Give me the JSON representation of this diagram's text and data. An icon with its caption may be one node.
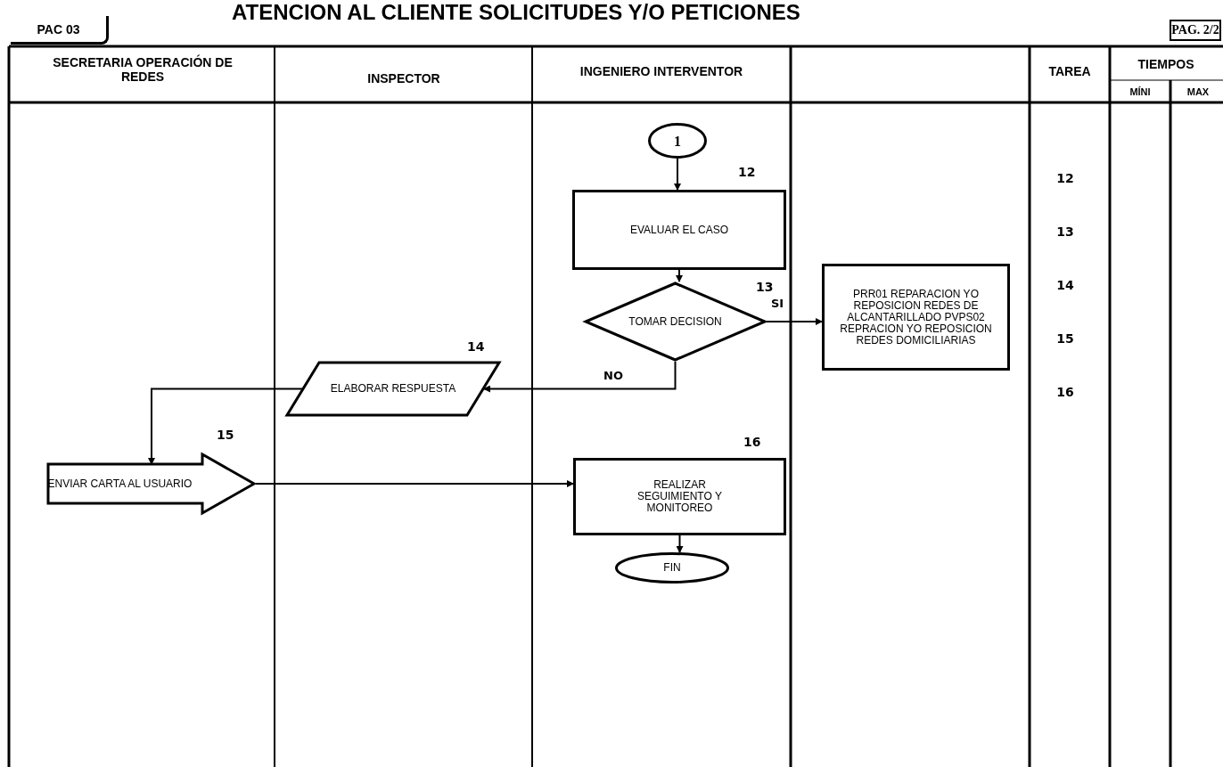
{
  "diagram": {
    "title": "ATENCION AL CLIENTE SOLICITUDES Y/O PETICIONES",
    "nodes": [
      {
        "text": [
          "1"
        ]
      },
      {
        "text": [
          "EVALUAR EL CASO"
        ],
        "beside": [
          "12"
        ]
      },
      {
        "text": [
          "TOMAR DECISION"
        ],
        "beside": [
          "13"
        ]
      },
      {
        "text": [
          "PRR01 REPARACION YO REPOSICION REDES DE ALCANTARILLADO PVPS02 REPRACION YO REPOSICION REDES DOMICILIARIAS"
        ]
      },
      {
        "text": [
          "ELABORAR RESPUESTA"
        ],
        "beside": [
          "14"
        ]
      },
      {
        "text": [
          "ENVIAR CARTA AL USUARIO"
        ],
        "beside": [
          "15"
        ]
      },
      {
        "text": [
          "REALIZAR SEGUIMIENTO Y MONITOREO"
        ],
        "beside": [
          "16"
        ]
      },
      {
        "text": [
          "FIN"
        ]
      }
    ],
    "edges": [
      {
        "from": 0,
        "to": 1,
        "arrow": "to"
      },
      {
        "from": 1,
        "to": 2,
        "arrow": "to"
      },
      {
        "from": 2,
        "to": 3,
        "arrow": "to",
        "label": "SI"
      },
      {
        "from": 2,
        "to": 4,
        "arrow": "to",
        "label": "NO"
      },
      {
        "from": 4,
        "to": 5,
        "arrow": "to"
      },
      {
        "from": 5,
        "to": 6,
        "arrow": "to"
      },
      {
        "from": 6,
        "to": 7,
        "arrow": "to"
      }
    ],
    "labels": [
      "PAC 03",
      "PAG. 2/2",
      "SECRETARIA OPERACIÓN DE REDES",
      "INSPECTOR",
      "INGENIERO INTERVENTOR",
      "TAREA",
      "TIEMPOS",
      "MÍNI",
      "MAX",
      "12",
      "13",
      "14",
      "15",
      "16"
    ]
  }
}
